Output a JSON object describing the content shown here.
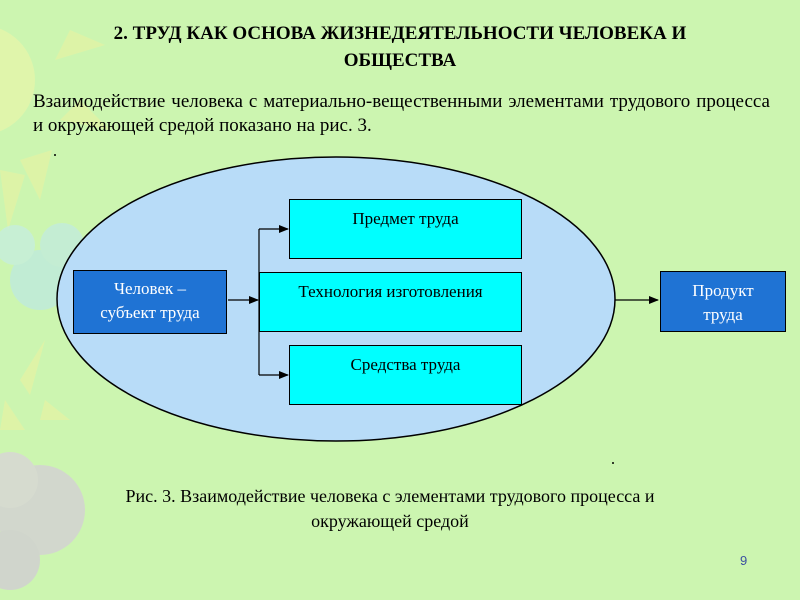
{
  "slide": {
    "title_line1": "2. ТРУД КАК ОСНОВА ЖИЗНЕДЕЯТЕЛЬНОСТИ ЧЕЛОВЕКА И",
    "title_line2": "ОБЩЕСТВА",
    "intro": "Взаимодействие человека с материально-вещественными элементами трудового процесса и окружающей средой показано на рис. 3.",
    "caption_line1": "Рис. 3. Взаимодействие человека с элементами трудового процесса и",
    "caption_line2": "окружающей средой",
    "page_number": "9"
  },
  "diagram": {
    "subject_line1": "Человек –",
    "subject_line2": "субъект труда",
    "elements": [
      "Предмет  труда",
      "Технология изготовления",
      "Средства  труда"
    ],
    "product_line1": "Продукт",
    "product_line2": "труда"
  },
  "colors": {
    "background": "#ccf5b0",
    "ellipse_fill": "#b8dcf8",
    "element_box": "#00ffff",
    "subject_box": "#1f73d4",
    "page_number": "#3b4fa0"
  }
}
